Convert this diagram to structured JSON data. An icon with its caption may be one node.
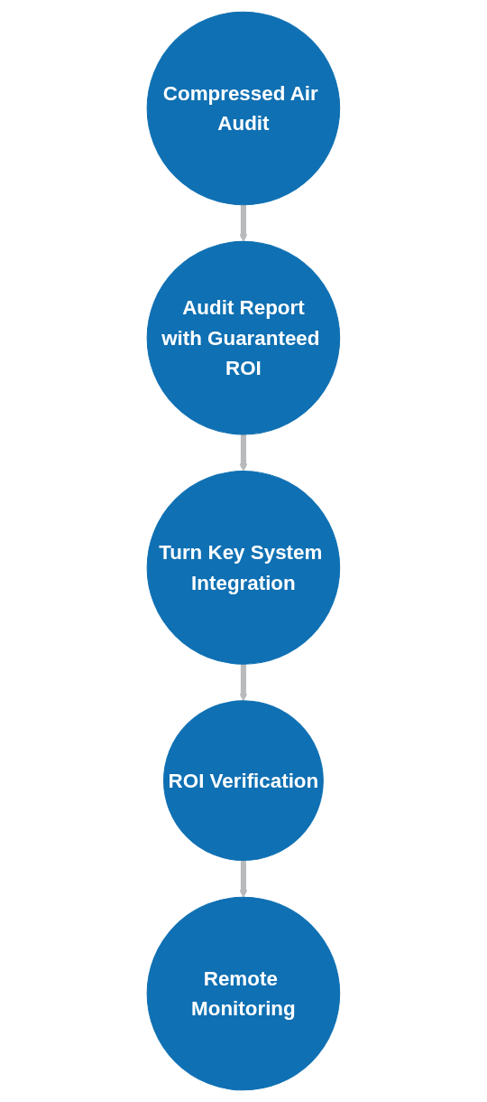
{
  "diagram": {
    "nodes": [
      {
        "text": [
          "Compressed Air Audit"
        ]
      },
      {
        "text": [
          "Audit Report",
          "with Guaranteed ROI"
        ]
      },
      {
        "text": [
          "Turn Key System Integration"
        ]
      },
      {
        "text": [
          "ROI Verification"
        ]
      },
      {
        "text": [
          "Remote Monitoring"
        ]
      }
    ],
    "edges": [
      {
        "from": 0,
        "to": 1,
        "arrow": "to"
      },
      {
        "from": 1,
        "to": 2,
        "arrow": "to"
      },
      {
        "from": 2,
        "to": 3,
        "arrow": "to"
      },
      {
        "from": 3,
        "to": 4,
        "arrow": "to"
      }
    ]
  }
}
